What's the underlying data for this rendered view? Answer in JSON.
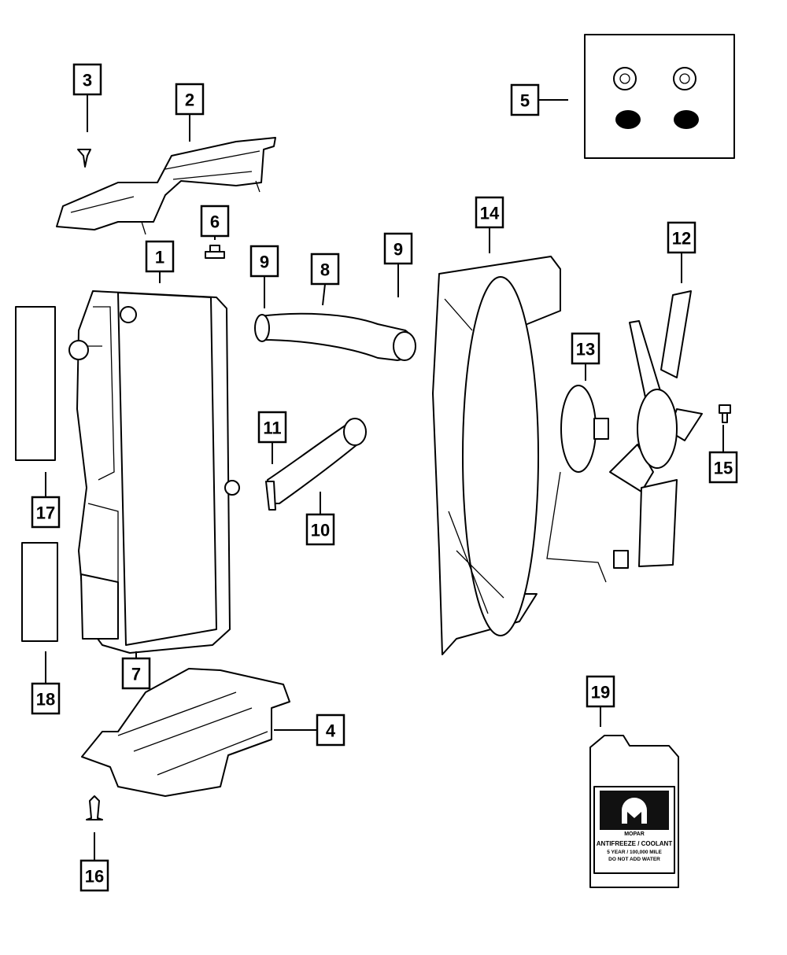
{
  "callouts": [
    {
      "id": "c1",
      "number": "1"
    },
    {
      "id": "c2",
      "number": "2"
    },
    {
      "id": "c3",
      "number": "3"
    },
    {
      "id": "c4",
      "number": "4"
    },
    {
      "id": "c5",
      "number": "5"
    },
    {
      "id": "c6",
      "number": "6"
    },
    {
      "id": "c7",
      "number": "7"
    },
    {
      "id": "c8",
      "number": "8"
    },
    {
      "id": "c9a",
      "number": "9"
    },
    {
      "id": "c9b",
      "number": "9"
    },
    {
      "id": "c10",
      "number": "10"
    },
    {
      "id": "c11",
      "number": "11"
    },
    {
      "id": "c12",
      "number": "12"
    },
    {
      "id": "c13",
      "number": "13"
    },
    {
      "id": "c14",
      "number": "14"
    },
    {
      "id": "c15",
      "number": "15"
    },
    {
      "id": "c16",
      "number": "16"
    },
    {
      "id": "c17",
      "number": "17"
    },
    {
      "id": "c18",
      "number": "18"
    },
    {
      "id": "c19",
      "number": "19"
    }
  ],
  "coolant_label": {
    "brand": "MOPAR",
    "product": "ANTIFREEZE / COOLANT",
    "line1": "5 YEAR / 100,000 MILE",
    "line2": "DO NOT ADD WATER"
  }
}
